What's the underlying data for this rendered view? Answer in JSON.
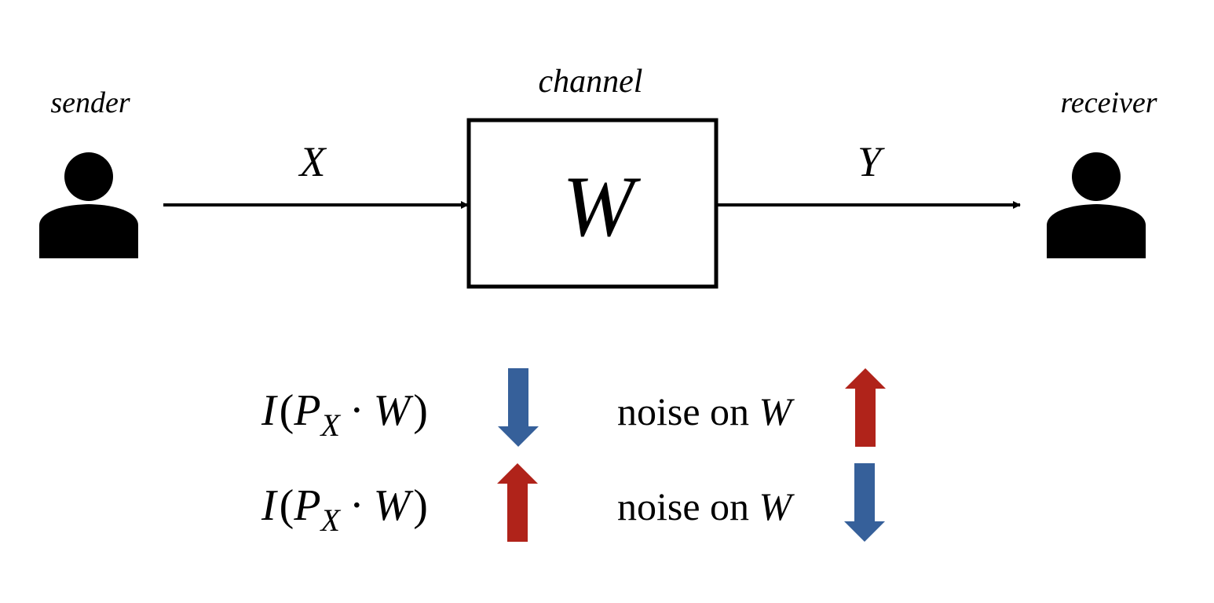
{
  "diagram": {
    "sender": {
      "label": "sender",
      "icon": "person-icon"
    },
    "receiver": {
      "label": "receiver",
      "icon": "person-icon"
    },
    "channel": {
      "title": "channel",
      "symbol": "W"
    },
    "input_label": "X",
    "output_label": "Y"
  },
  "relations": [
    {
      "func": "I",
      "open": "(",
      "arg1": "P",
      "arg1_sub": "X",
      "dot": "·",
      "arg2": "W",
      "close": ")",
      "mi_direction": "down",
      "noise_text": "noise on ",
      "noise_var": "W",
      "noise_direction": "up"
    },
    {
      "func": "I",
      "open": "(",
      "arg1": "P",
      "arg1_sub": "X",
      "dot": "·",
      "arg2": "W",
      "close": ")",
      "mi_direction": "up",
      "noise_text": "noise on ",
      "noise_var": "W",
      "noise_direction": "down"
    }
  ],
  "colors": {
    "up_arrow": "#b0231a",
    "down_arrow": "#36609a",
    "line": "#000000"
  }
}
